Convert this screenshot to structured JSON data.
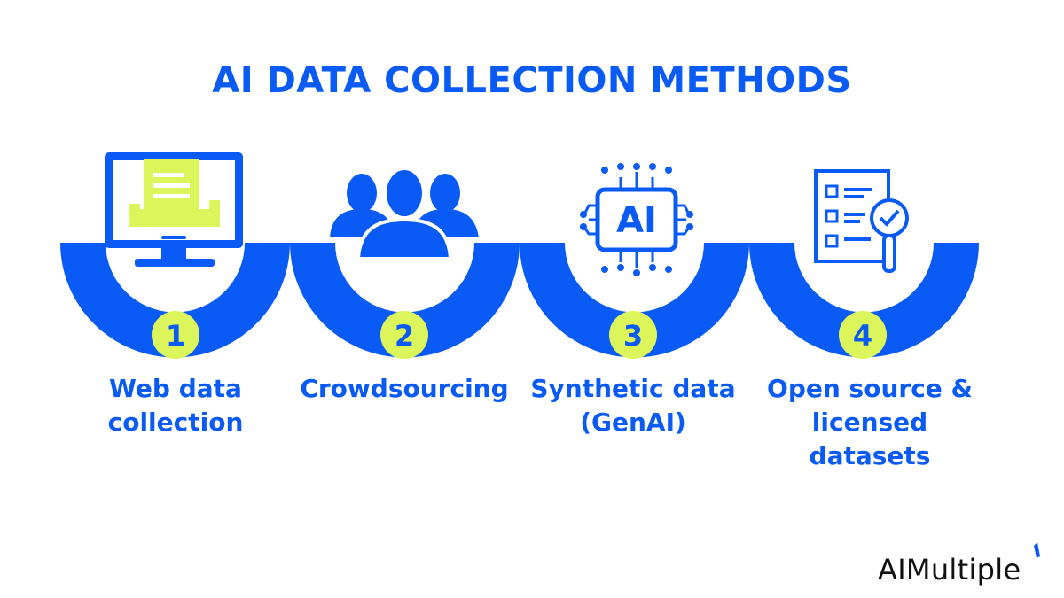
{
  "title": "AI DATA COLLECTION METHODS",
  "colors": {
    "primary": "#0a5bf5",
    "accent": "#dcf55a",
    "text": "#111111",
    "background": "#ffffff"
  },
  "steps": [
    {
      "number": "1",
      "icon": "monitor-document-icon",
      "label_lines": [
        "Web data",
        "collection"
      ]
    },
    {
      "number": "2",
      "icon": "people-group-icon",
      "label_lines": [
        "Crowdsourcing"
      ]
    },
    {
      "number": "3",
      "icon": "ai-chip-icon",
      "icon_text": "AI",
      "label_lines": [
        "Synthetic data",
        "(GenAI)"
      ]
    },
    {
      "number": "4",
      "icon": "checklist-magnifier-icon",
      "label_lines": [
        "Open source &",
        "licensed datasets"
      ]
    }
  ],
  "brand": {
    "name": "AIMultiple"
  }
}
